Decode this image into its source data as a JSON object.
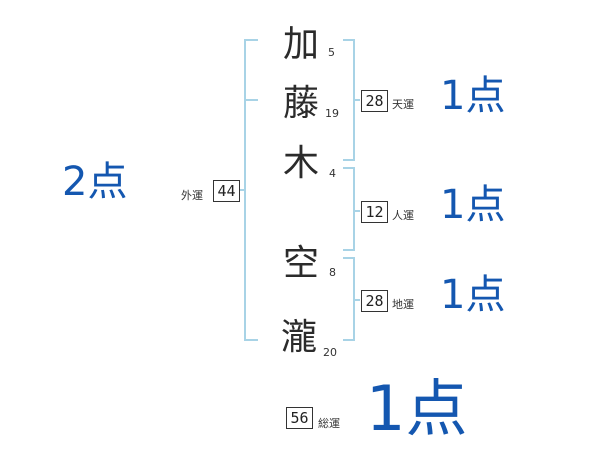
{
  "name": {
    "chars": [
      {
        "char": "加",
        "strokes": "5"
      },
      {
        "char": "藤",
        "strokes": "19"
      },
      {
        "char": "木",
        "strokes": "4"
      },
      {
        "char": "空",
        "strokes": "8"
      },
      {
        "char": "瀧",
        "strokes": "20"
      }
    ]
  },
  "fortunes": {
    "tenkaku": {
      "value": "28",
      "label": "天運",
      "score": "1点"
    },
    "jinkaku": {
      "value": "12",
      "label": "人運",
      "score": "1点"
    },
    "chikaku": {
      "value": "28",
      "label": "地運",
      "score": "1点"
    },
    "gaikaku": {
      "value": "44",
      "label": "外運",
      "score": "2点"
    },
    "soukaku": {
      "value": "56",
      "label": "総運",
      "score": "1点"
    }
  },
  "colors": {
    "bracket": "#a8d3e6",
    "score": "#1457b0"
  }
}
